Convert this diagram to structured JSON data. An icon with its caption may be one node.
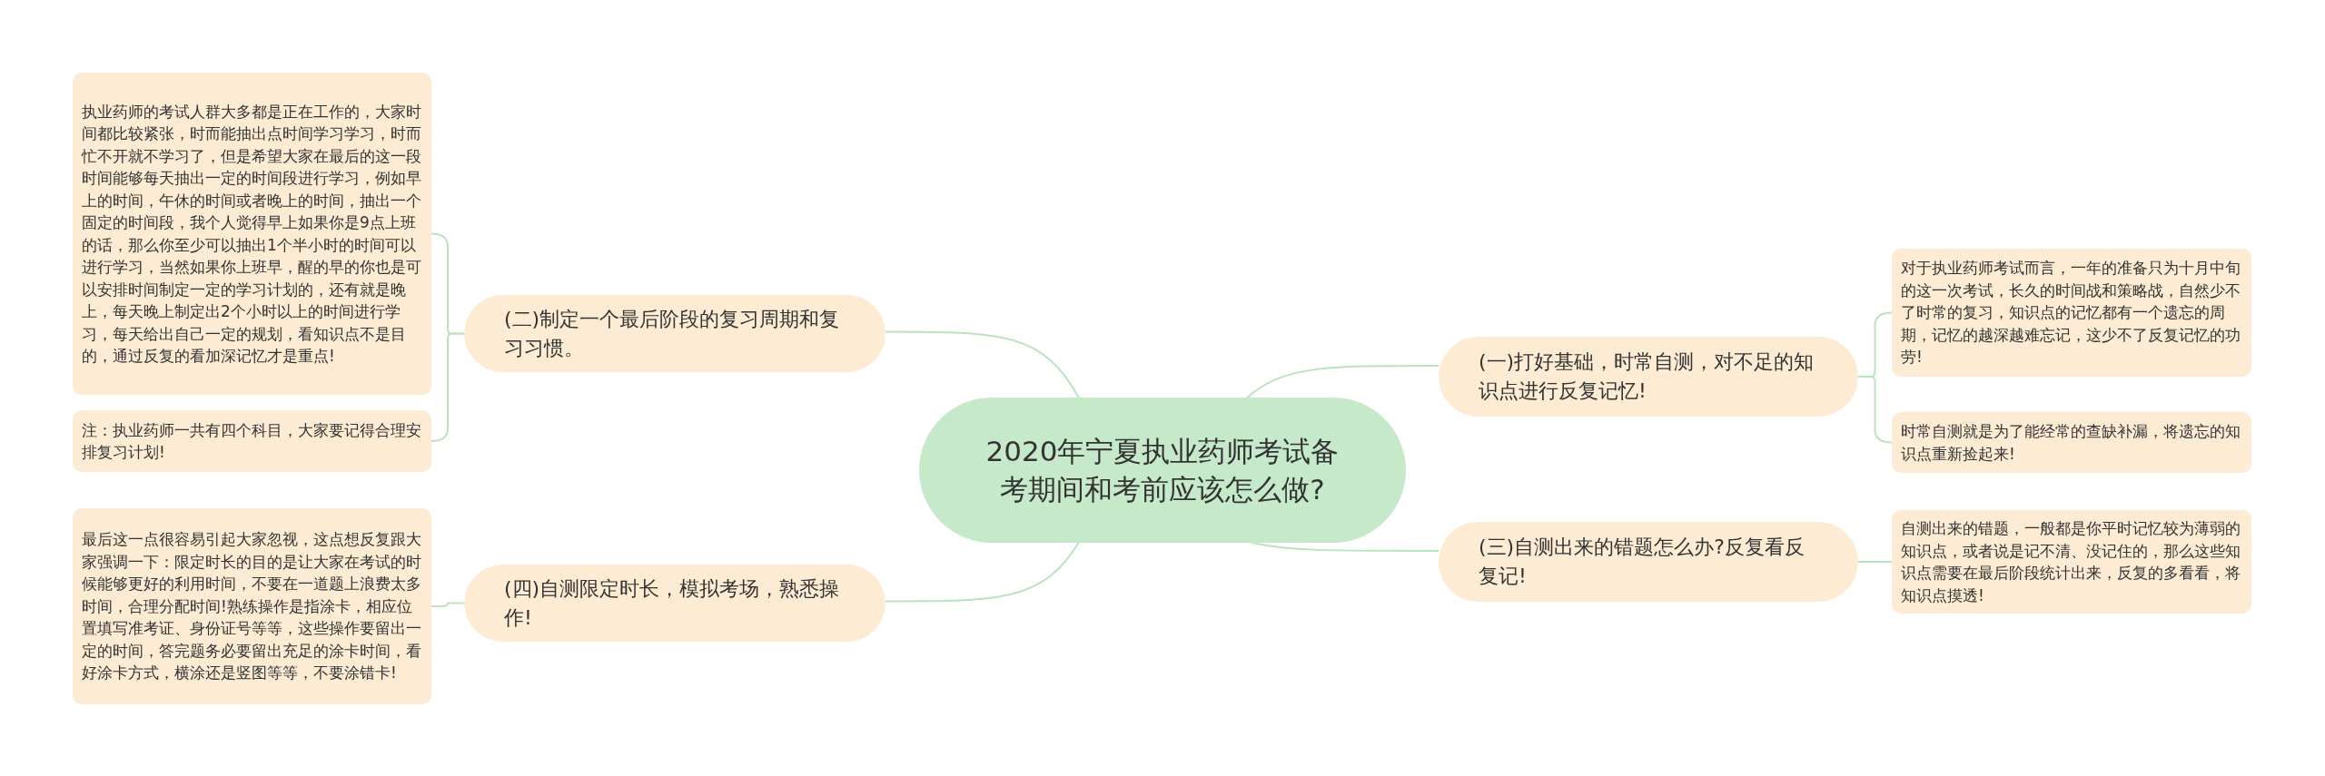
{
  "diagram": {
    "nodes": [
      {
        "text": [
          "2020年宁夏执业药师考试备考期间和考前应该怎么做?"
        ]
      },
      {
        "text": [
          "(二)制定一个最后阶段的复习周期和复习习惯。"
        ]
      },
      {
        "text": [
          "执业药师的考试人群大多都是正在工作的，大家时间都比较紧张，时而能抽出点时间学习学习，时而忙不开就不学习了，但是希望大家在最后的这一段时间能够每天抽出一定的时间段进行学习，例如早上的时间，午休的时间或者晚上的时间，抽出一个固定的时间段，我个人觉得早上如果你是9点上班的话，那么你至少可以抽出1个半小时的时间可以进行学习，当然如果你上班早，醒的早的你也是可以安排时间制定一定的学习计划的，还有就是晚上，每天晚上制定出2个小时以上的时间进行学习，每天给出自己一定的规划，看知识点不是目的，通过反复的看加深记忆才是重点!"
        ]
      },
      {
        "text": [
          "注：执业药师一共有四个科目，大家要记得合理安排复习计划!"
        ]
      },
      {
        "text": [
          "(四)自测限定时长，模拟考场，熟悉操作!"
        ]
      },
      {
        "text": [
          "最后这一点很容易引起大家忽视，这点想反复跟大家强调一下：限定时长的目的是让大家在考试的时候能够更好的利用时间，不要在一道题上浪费太多时间，合理分配时间!熟练操作是指涂卡，相应位置填写准考证、身份证号等等，这些操作要留出一定的时间，答完题务必要留出充足的涂卡时间，看好涂卡方式，横涂还是竖图等等，不要涂错卡!"
        ]
      },
      {
        "text": [
          "(一)打好基础，时常自测，对不足的知识点进行反复记忆!"
        ]
      },
      {
        "text": [
          "对于执业药师考试而言，一年的准备只为十月中旬的这一次考试，长久的时间战和策略战，自然少不了时常的复习，知识点的记忆都有一个遗忘的周期，记忆的越深越难忘记，这少不了反复记忆的功劳!"
        ]
      },
      {
        "text": [
          "时常自测就是为了能经常的查缺补漏，将遗忘的知识点重新捡起来!"
        ]
      },
      {
        "text": [
          "(三)自测出来的错题怎么办?反复看反复记!"
        ]
      },
      {
        "text": [
          "自测出来的错题，一般都是你平时记忆较为薄弱的知识点，或者说是记不清、没记住的，那么这些知识点需要在最后阶段统计出来，反复的多看看，将知识点摸透!"
        ]
      }
    ],
    "edges": [
      {
        "from": 0,
        "to": 1,
        "arrow": "none"
      },
      {
        "from": 1,
        "to": 2,
        "arrow": "none"
      },
      {
        "from": 1,
        "to": 3,
        "arrow": "none"
      },
      {
        "from": 0,
        "to": 4,
        "arrow": "none"
      },
      {
        "from": 4,
        "to": 5,
        "arrow": "none"
      },
      {
        "from": 0,
        "to": 6,
        "arrow": "none"
      },
      {
        "from": 6,
        "to": 7,
        "arrow": "none"
      },
      {
        "from": 6,
        "to": 8,
        "arrow": "none"
      },
      {
        "from": 0,
        "to": 9,
        "arrow": "none"
      },
      {
        "from": 9,
        "to": 10,
        "arrow": "none"
      }
    ]
  }
}
